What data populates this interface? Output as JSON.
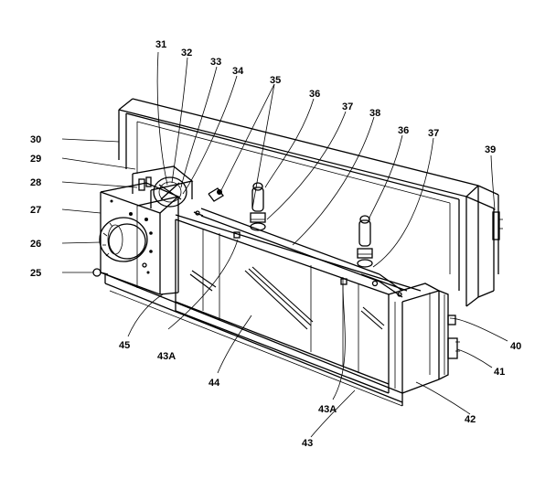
{
  "callouts": {
    "c25": "25",
    "c26": "26",
    "c27": "27",
    "c28": "28",
    "c29": "29",
    "c30": "30",
    "c31": "31",
    "c32": "32",
    "c33": "33",
    "c34": "34",
    "c35": "35",
    "c36a": "36",
    "c37a": "37",
    "c38": "38",
    "c36b": "36",
    "c37b": "37",
    "c39": "39",
    "c40": "40",
    "c41": "41",
    "c42": "42",
    "c43": "43",
    "c43a1": "43A",
    "c43a2": "43A",
    "c44": "44",
    "c45": "45"
  }
}
